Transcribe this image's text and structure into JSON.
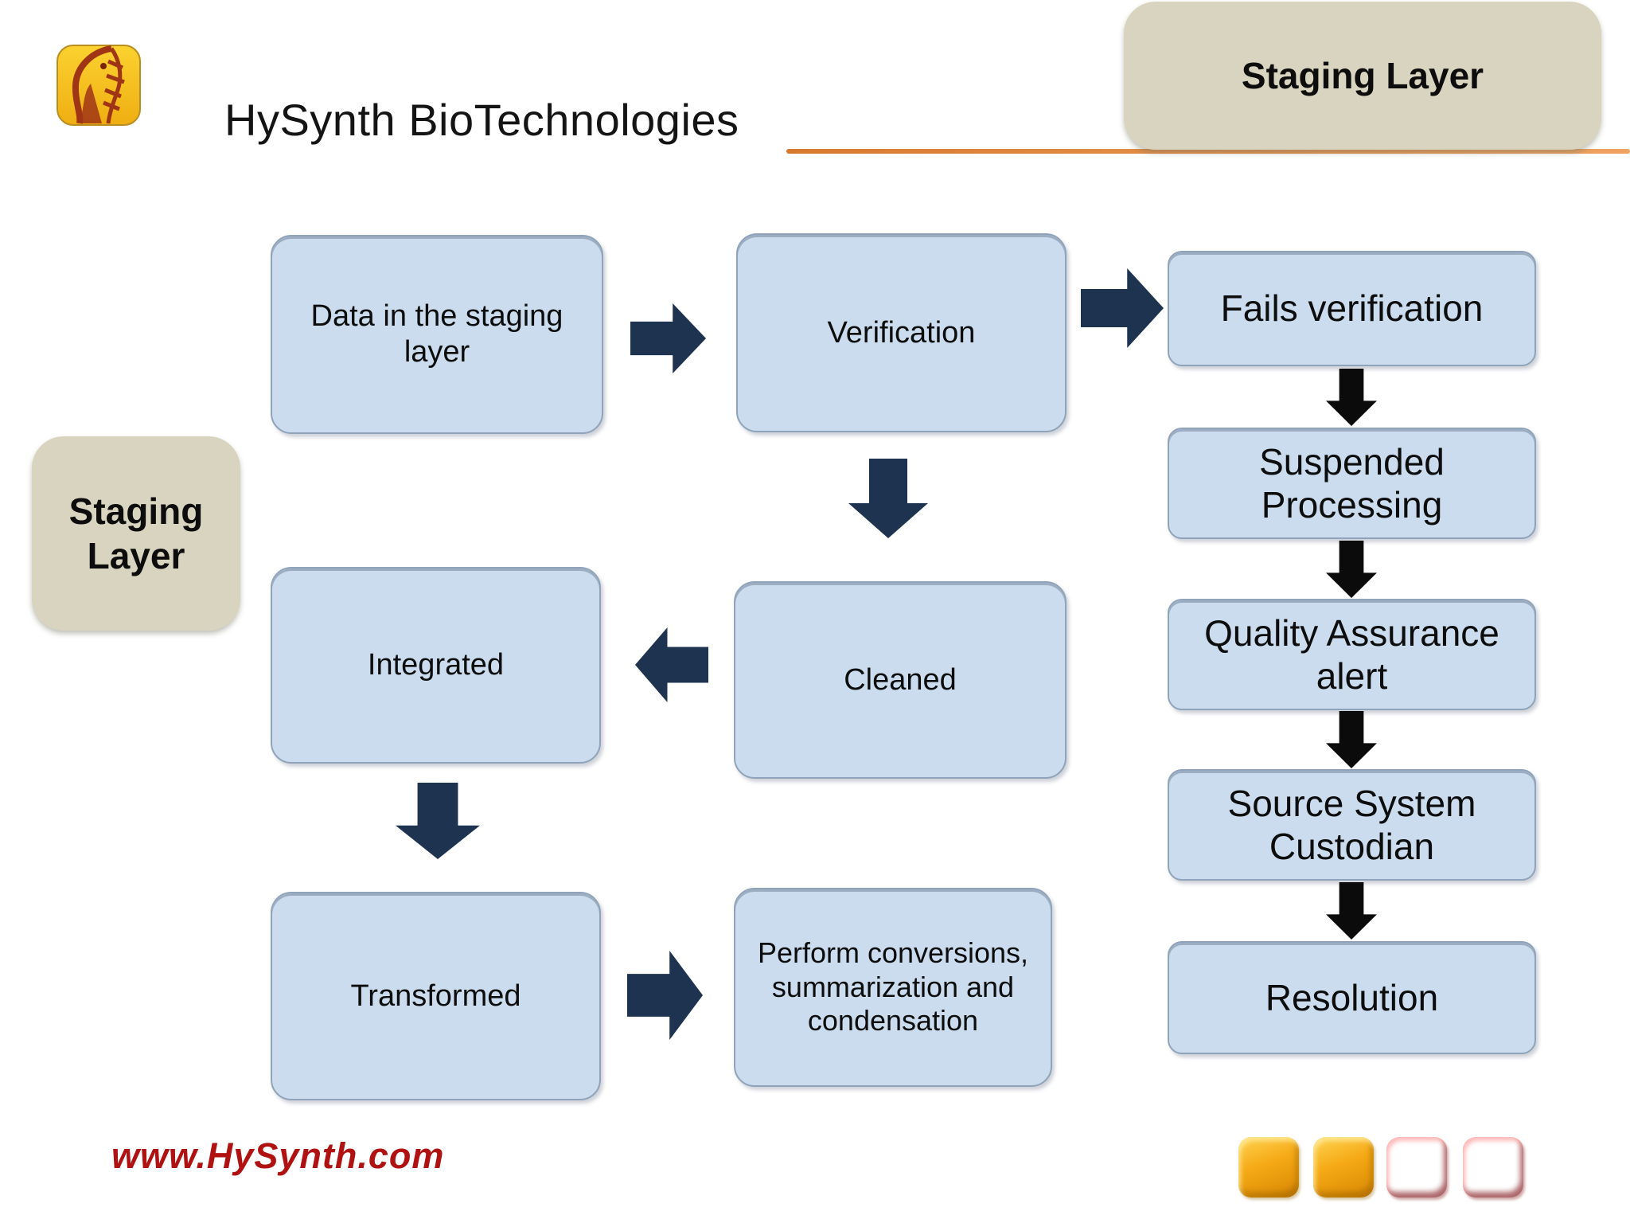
{
  "header": {
    "title": "HySynth BioTechnologies",
    "staging_layer_badge": "Staging Layer"
  },
  "left_badge": {
    "label": "Staging Layer"
  },
  "flow": {
    "data_staging": "Data in the staging layer",
    "verification": "Verification",
    "fails_verification": "Fails verification",
    "suspended_processing": "Suspended Processing",
    "quality_assurance": "Quality Assurance alert",
    "source_system": "Source System Custodian",
    "resolution": "Resolution",
    "integrated": "Integrated",
    "cleaned": "Cleaned",
    "transformed": "Transformed",
    "perform": "Perform conversions, summarization and condensation"
  },
  "connectors": [
    {
      "from": "data_staging",
      "to": "verification",
      "direction": "right"
    },
    {
      "from": "verification",
      "to": "fails_verification",
      "direction": "right"
    },
    {
      "from": "verification",
      "to": "cleaned",
      "direction": "down"
    },
    {
      "from": "cleaned",
      "to": "integrated",
      "direction": "left"
    },
    {
      "from": "integrated",
      "to": "transformed",
      "direction": "down"
    },
    {
      "from": "transformed",
      "to": "perform",
      "direction": "right"
    },
    {
      "from": "fails_verification",
      "to": "suspended_processing",
      "direction": "down"
    },
    {
      "from": "suspended_processing",
      "to": "quality_assurance",
      "direction": "down"
    },
    {
      "from": "quality_assurance",
      "to": "source_system",
      "direction": "down"
    },
    {
      "from": "source_system",
      "to": "resolution",
      "direction": "down"
    }
  ],
  "footer": {
    "website": "www.HySynth.com",
    "squares": [
      "orange",
      "orange",
      "red",
      "red"
    ]
  },
  "colors": {
    "node_fill": "#cbdcee",
    "node_border": "#8fa3ba",
    "tan_fill": "#d8d4bf",
    "arrow_navy": "#1e3350",
    "arrow_black": "#0b0b0b",
    "title_underline_orange": "#e0833c",
    "website_red": "#b01212",
    "square_orange": "#f5a915",
    "square_red": "#d6161f",
    "logo_yellow": "#f6c21e",
    "logo_horse_red": "#a03515"
  }
}
